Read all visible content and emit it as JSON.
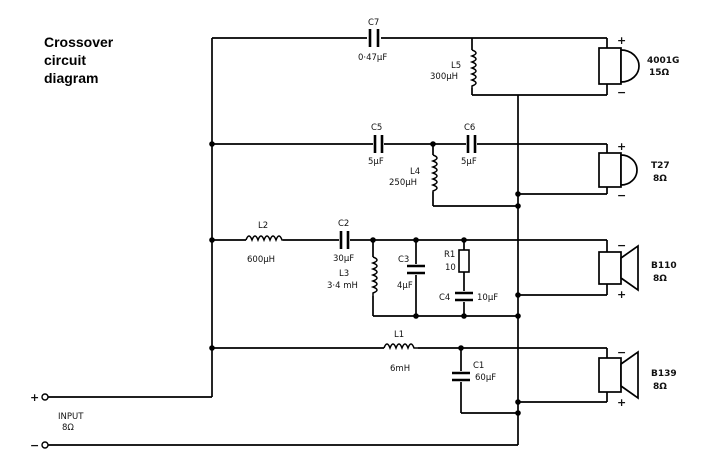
{
  "title": {
    "line1": "Crossover",
    "line2": "circuit",
    "line3": "diagram"
  },
  "input": {
    "label": "INPUT",
    "impedance": "8Ω",
    "plus": "+",
    "minus": "−"
  },
  "components": {
    "c7": {
      "name": "C7",
      "value": "0·47µF"
    },
    "l5": {
      "name": "L5",
      "value": "300µH"
    },
    "c5": {
      "name": "C5",
      "value": "5µF"
    },
    "c6": {
      "name": "C6",
      "value": "5µF"
    },
    "l4": {
      "name": "L4",
      "value": "250µH"
    },
    "l2": {
      "name": "L2",
      "value": "600µH"
    },
    "c2": {
      "name": "C2",
      "value": "30µF"
    },
    "l3": {
      "name": "L3",
      "value": "3·4 mH"
    },
    "c3": {
      "name": "C3",
      "value": "4µF"
    },
    "r1": {
      "name": "R1",
      "value": "10"
    },
    "c4": {
      "name": "C4",
      "value": "10µF"
    },
    "l1": {
      "name": "L1",
      "value": "6mH"
    },
    "c1": {
      "name": "C1",
      "value": "60µF"
    }
  },
  "speakers": [
    {
      "model": "4001G",
      "impedance": "15Ω"
    },
    {
      "model": "T27",
      "impedance": "8Ω"
    },
    {
      "model": "B110",
      "impedance": "8Ω"
    },
    {
      "model": "B139",
      "impedance": "8Ω"
    }
  ],
  "polarity": {
    "plus": "+",
    "minus": "−"
  }
}
